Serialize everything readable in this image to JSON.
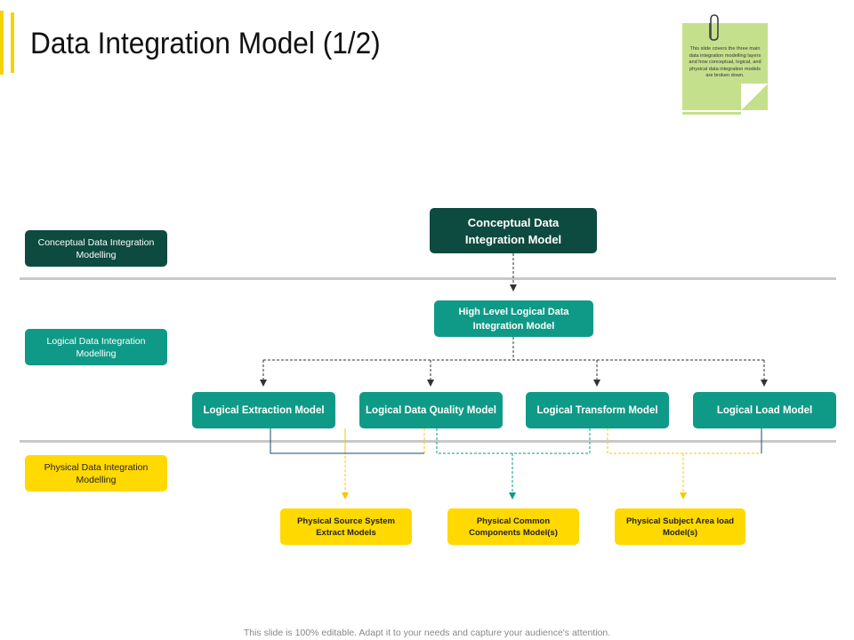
{
  "title": "Data Integration Model (1/2)",
  "note": {
    "text": "This slide covers the three main data integration modelling layers and how conceptual, logical, and physical data integration models are broken down."
  },
  "layers": {
    "conceptual": "Conceptual Data Integration Modelling",
    "logical": "Logical Data Integration Modelling",
    "physical": "Physical Data Integration Modelling"
  },
  "nodes": {
    "conceptual_model": "Conceptual Data Integration Model",
    "high_level_logical": "High Level Logical Data Integration Model",
    "logical_extraction": "Logical Extraction Model",
    "logical_quality": "Logical Data Quality Model",
    "logical_transform": "Logical Transform Model",
    "logical_load": "Logical Load Model",
    "physical_source": "Physical Source System Extract Models",
    "physical_common": "Physical Common Components Model(s)",
    "physical_subject": "Physical Subject Area load Model(s)"
  },
  "colors": {
    "accent": "#f5d300",
    "dark_green": "#0d4a3f",
    "teal": "#0f9a87",
    "yellow": "#ffd900",
    "note_green": "#c5e08c"
  },
  "footer": "This slide is 100% editable. Adapt it to your needs and capture your audience's attention."
}
